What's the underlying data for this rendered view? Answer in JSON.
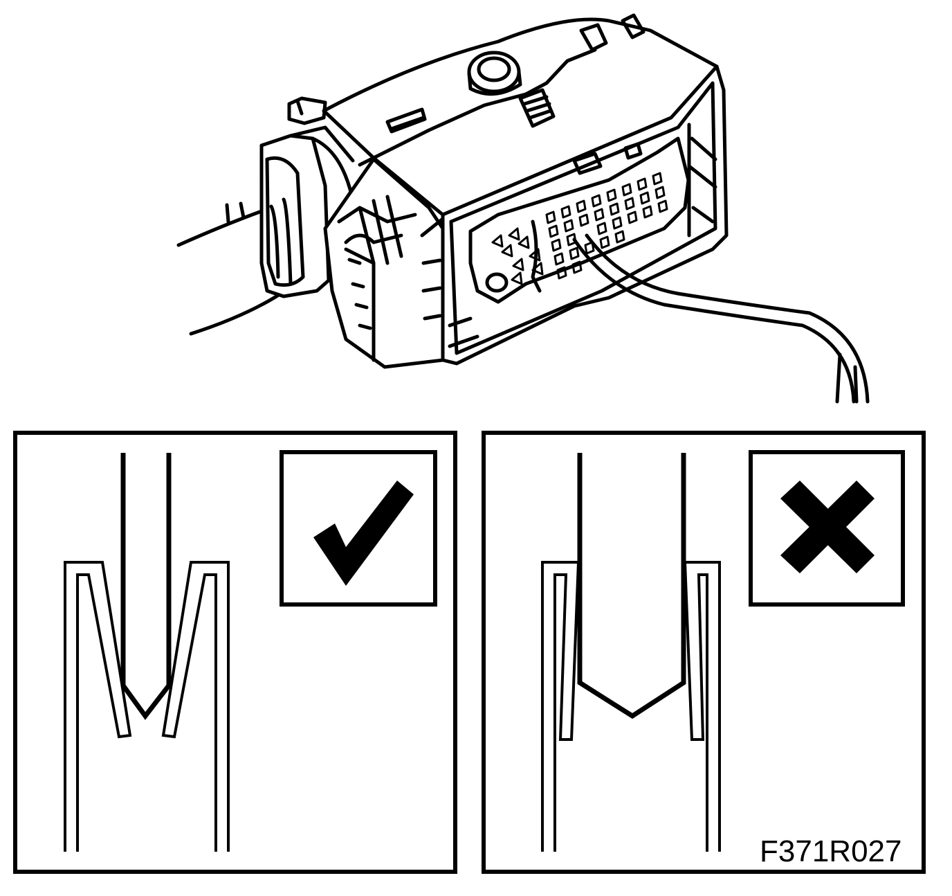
{
  "figure": {
    "id_label": "F371R027"
  },
  "panels": [
    {
      "verdict": "correct",
      "icon": "check-mark-icon"
    },
    {
      "verdict": "incorrect",
      "icon": "cross-mark-icon"
    }
  ],
  "colors": {
    "ink": "#000000",
    "paper": "#ffffff"
  }
}
